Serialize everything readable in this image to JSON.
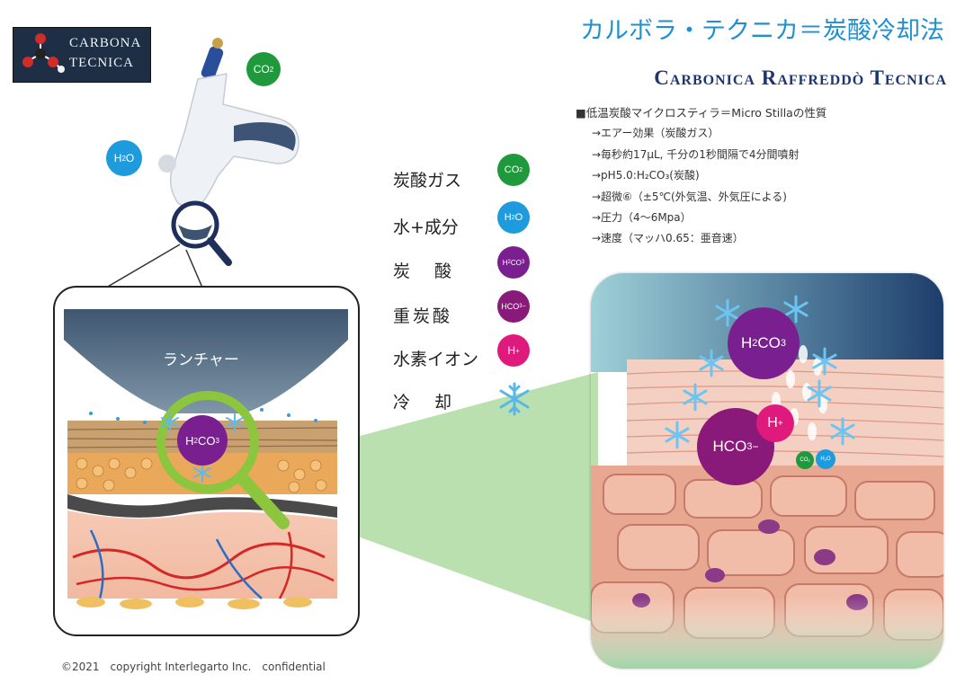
{
  "logo": {
    "line1": "CARBONA",
    "line2": "TECNICA"
  },
  "title_jp": "カルボラ・テクニカ＝炭酸冷却法",
  "title_en": "Carbonica Raffreddò Tecnica",
  "properties": {
    "heading": "■低温炭酸マイクロスティラ＝Micro Stillaの性質",
    "items": [
      "→エアー効果（炭酸ガス）",
      "→毎秒約17μL, 千分の1秒間隔で4分間噴射",
      "→pH5.0:H₂CO₃(炭酸)",
      "→超微⑥（±5℃(外気温、外気圧による)",
      "→圧力（4～6Mpa）",
      "→速度（マッハ0.65：亜音速）"
    ]
  },
  "legend": [
    {
      "label": "炭酸ガス",
      "mol": "CO",
      "sub": "2",
      "sup": "",
      "color": "#1e9a3c"
    },
    {
      "label": "水+成分",
      "mol": "H",
      "sub": "2",
      "tail": "O",
      "sup": "",
      "color": "#1e9bdc"
    },
    {
      "label": "炭　酸",
      "mol": "H",
      "sub": "2",
      "tail": "CO",
      "sub2": "3",
      "sup": "",
      "color": "#7a1f8f"
    },
    {
      "label": "重炭酸",
      "mol": "HCO",
      "sub": "3",
      "sup": "−",
      "color": "#8a1a7a"
    },
    {
      "label": "水素イオン",
      "mol": "H",
      "sub": "",
      "sup": "+",
      "color": "#e0197d"
    },
    {
      "label": "冷　却",
      "mol": "",
      "sub": "",
      "sup": "",
      "color": "#58b7ea"
    }
  ],
  "device_labels": {
    "co2": {
      "mol": "CO",
      "sub": "2"
    },
    "h2o": {
      "mol": "H",
      "sub": "2",
      "tail": "O"
    }
  },
  "left_box": {
    "launcher": "ランチャー",
    "mol": {
      "a": "H",
      "sub": "2",
      "b": "CO",
      "sub2": "3"
    }
  },
  "right_box": {
    "h2co3": {
      "a": "H",
      "sub": "2",
      "b": "CO",
      "sub2": "3"
    },
    "hco3": {
      "a": "HCO",
      "sub": "3",
      "sup": "−"
    },
    "hplus": {
      "a": "H",
      "sup": "+"
    },
    "co2": {
      "a": "CO",
      "sub": "2"
    },
    "h2o": {
      "a": "H",
      "sub": "2",
      "b": "O"
    }
  },
  "copyright": "©2021　copyright Interlegarto Inc.　confidential",
  "colors": {
    "title_blue": "#1f8fd1",
    "title_navy": "#1c3670",
    "magnifier_green": "#8cc63f",
    "tissue_pink": "#f4c6b0"
  }
}
